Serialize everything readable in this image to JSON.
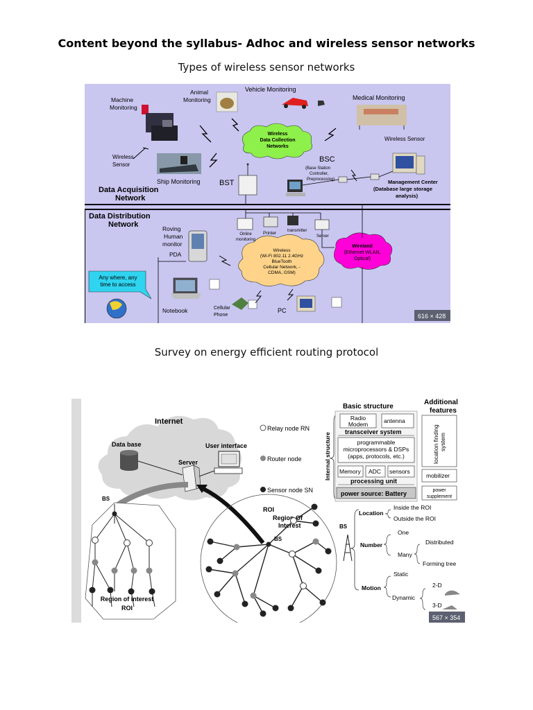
{
  "document": {
    "heading": "Content beyond the syllabus- Adhoc and wireless sensor networks",
    "caption1": "Types of wireless sensor networks",
    "caption2": "Survey on energy efficient routing protocol"
  },
  "figure1": {
    "size_badge": "616 × 428",
    "colors": {
      "background": "#c9c7f0",
      "cloud_green": "#8ef04a",
      "cloud_orange": "#ffd48a",
      "cloud_magenta": "#ff00d8",
      "callout": "#2fd4f0"
    },
    "machine_monitoring": [
      "Machine",
      "Monitoring"
    ],
    "animal_monitoring": [
      "Animal",
      "Monitoring"
    ],
    "vehicle_monitoring": "Vehicle Monitoring",
    "medical_monitoring": "Medical Monitoring",
    "wireless_sensor_left": [
      "Wireless",
      "Sensor"
    ],
    "wireless_sensor_right": "Wireless Sensor",
    "wdc_cloud": [
      "Wireless",
      "Data Collection",
      "Networks"
    ],
    "bsc": [
      "BSC",
      "(Base Station",
      "Controller,",
      "Preprocessing)"
    ],
    "management_center": [
      "Management Center",
      "(Database large storage",
      "analysis)"
    ],
    "ship_monitoring": "Ship Monitoring",
    "bst": "BST",
    "daq_network": [
      "Data Acquisition",
      "Network"
    ],
    "dd_network": [
      "Data Distribution",
      "Network"
    ],
    "online_monitoring": [
      "Online",
      "monitoring"
    ],
    "printer": "Printer",
    "transmitter": "transmitter",
    "server": "Server",
    "roving": [
      "Roving",
      "Human",
      "monitor"
    ],
    "pda": "PDA",
    "wireless_cloud": [
      "Wireless",
      "(Wi-Fi 802.11 2.4GHz",
      "BlueTooth",
      "Cellular Network, -",
      "CDMA, GSM)"
    ],
    "wireland_cloud": [
      "Wireland",
      "(Ethernet WLAN,",
      "Optical)"
    ],
    "callout": [
      "Any where, any",
      "time to access"
    ],
    "notebook": "Notebook",
    "cellular_phone": [
      "Cellular",
      "Phone"
    ],
    "pc": "PC"
  },
  "figure2": {
    "size_badge": "567 × 354",
    "internet": "Internet",
    "database": "Data base",
    "user_interface": "User interface",
    "server": "Server",
    "bs": "BS",
    "legend": [
      "Relay node RN",
      "Router node",
      "Sensor node SN"
    ],
    "roi_left": [
      "Region of interest",
      "ROI"
    ],
    "roi_right": [
      "ROI",
      "Region Of",
      "Interest"
    ],
    "basic_structure_title": "Basic structure",
    "additional_features_title": [
      "Additional",
      "features"
    ],
    "internal_structure_label": "Internal structure",
    "radio_modem": [
      "Radio",
      "Modem"
    ],
    "antenna": "antenna",
    "transceiver": "transceiver system",
    "microprocessors": [
      "programmable",
      "microprocessors & DSPs",
      "(apps, protocols, etc.)"
    ],
    "memory": "Memory",
    "adc": "ADC",
    "sensors": "sensors",
    "processing_unit": "processing unit",
    "power_source": "power source: Battery",
    "location_finding": [
      "location finding",
      "system"
    ],
    "mobilizer": "mobilizer",
    "power_supplement": [
      "power",
      "supplement"
    ],
    "taxonomy": {
      "location": "Location",
      "inside_roi": "Inside the ROI",
      "outside_roi": "Outside the ROI",
      "number": "Number",
      "one": "One",
      "many": "Many",
      "distributed": "Distributed",
      "forming_tree": "Forming tree",
      "motion": "Motion",
      "static": "Static",
      "dynamic": "Dynamic",
      "two_d": "2-D",
      "three_d": "3-D"
    }
  }
}
